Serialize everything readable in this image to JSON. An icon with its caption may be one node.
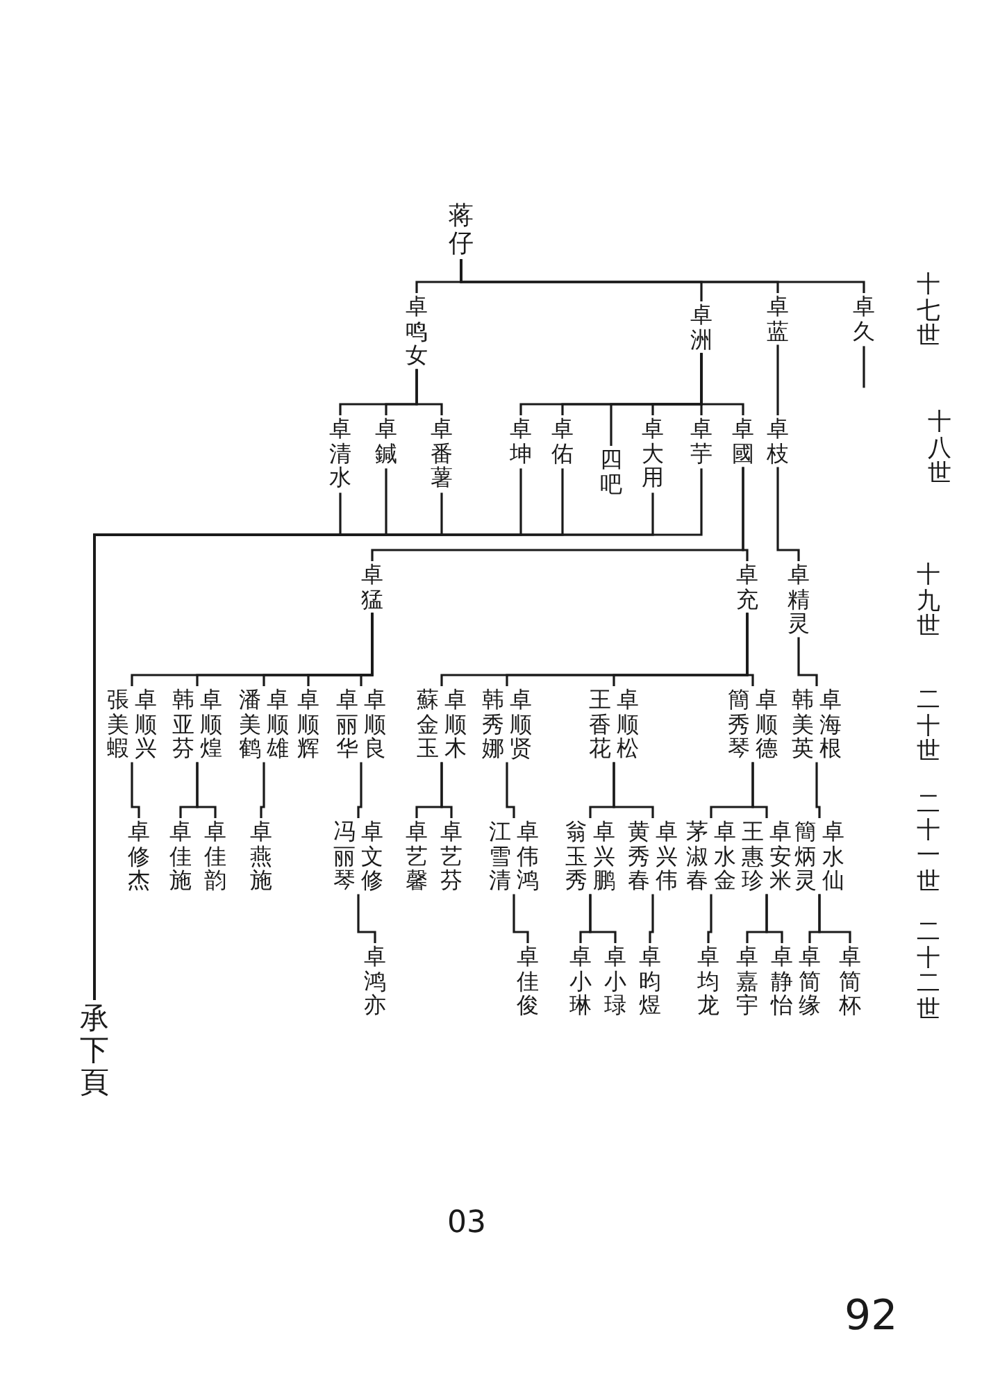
{
  "diagram": {
    "nodes": [
      {
        "text": [
          "蒋仔"
        ]
      },
      {
        "text": [
          "卓鸣女"
        ]
      },
      {
        "text": [
          "卓洲"
        ]
      },
      {
        "text": [
          "卓蓝"
        ]
      },
      {
        "text": [
          "卓久"
        ]
      },
      {
        "text": [
          "卓清水"
        ]
      },
      {
        "text": [
          "卓鍼"
        ]
      },
      {
        "text": [
          "卓番薯"
        ]
      },
      {
        "text": [
          "卓坤"
        ]
      },
      {
        "text": [
          "卓佑"
        ]
      },
      {
        "text": [
          "四吧"
        ]
      },
      {
        "text": [
          "卓大用"
        ]
      },
      {
        "text": [
          "卓芋"
        ]
      },
      {
        "text": [
          "卓國"
        ]
      },
      {
        "text": [
          "卓枝"
        ]
      },
      {
        "text": [
          "卓猛"
        ]
      },
      {
        "text": [
          "卓充"
        ]
      },
      {
        "text": [
          "卓精灵"
        ]
      },
      {
        "text": [
          "張美蝦",
          "卓顺兴"
        ]
      },
      {
        "text": [
          "韩亚芬",
          "卓顺煌"
        ]
      },
      {
        "text": [
          "潘美鹤",
          "卓顺雄"
        ]
      },
      {
        "text": [
          "卓顺辉"
        ]
      },
      {
        "text": [
          "卓丽华",
          "卓顺良"
        ]
      },
      {
        "text": [
          "蘇金玉",
          "卓顺木"
        ]
      },
      {
        "text": [
          "韩秀娜",
          "卓顺贤"
        ]
      },
      {
        "text": [
          "王香花",
          "卓顺松"
        ]
      },
      {
        "text": [
          "簡秀琴",
          "卓顺德"
        ]
      },
      {
        "text": [
          "韩美英",
          "卓海根"
        ]
      },
      {
        "text": [
          "卓修杰"
        ]
      },
      {
        "text": [
          "卓佳施"
        ]
      },
      {
        "text": [
          "卓佳韵"
        ]
      },
      {
        "text": [
          "卓燕施"
        ]
      },
      {
        "text": [
          "冯丽琴",
          "卓文修"
        ]
      },
      {
        "text": [
          "卓艺馨"
        ]
      },
      {
        "text": [
          "卓艺芬"
        ]
      },
      {
        "text": [
          "江雪清",
          "卓伟鸿"
        ]
      },
      {
        "text": [
          "翁玉秀",
          "卓兴鹏"
        ]
      },
      {
        "text": [
          "黄秀春",
          "卓兴伟"
        ]
      },
      {
        "text": [
          "茅淑春",
          "卓水金"
        ]
      },
      {
        "text": [
          "王惠珍",
          "卓安米"
        ]
      },
      {
        "text": [
          "簡炳灵",
          "卓水仙"
        ]
      },
      {
        "text": [
          "卓鸿亦"
        ]
      },
      {
        "text": [
          "卓佳俊"
        ]
      },
      {
        "text": [
          "卓小琳"
        ]
      },
      {
        "text": [
          "卓小琭"
        ]
      },
      {
        "text": [
          "卓昀煜"
        ]
      },
      {
        "text": [
          "卓均龙"
        ]
      },
      {
        "text": [
          "卓嘉宇"
        ]
      },
      {
        "text": [
          "卓静怡"
        ]
      },
      {
        "text": [
          "卓简缘"
        ]
      },
      {
        "text": [
          "卓简杯"
        ]
      },
      {
        "text": [
          "承下頁"
        ]
      }
    ],
    "edges": [
      {
        "from": 0,
        "to": 1,
        "arrow": "none"
      },
      {
        "from": 0,
        "to": 2,
        "arrow": "none"
      },
      {
        "from": 0,
        "to": 3,
        "arrow": "none"
      },
      {
        "from": 0,
        "to": 4,
        "arrow": "none"
      },
      {
        "from": 4,
        "to": null,
        "arrow": "none"
      },
      {
        "from": 1,
        "to": 5,
        "arrow": "none"
      },
      {
        "from": 1,
        "to": 6,
        "arrow": "none"
      },
      {
        "from": 1,
        "to": 7,
        "arrow": "none"
      },
      {
        "from": 2,
        "to": 8,
        "arrow": "none"
      },
      {
        "from": 2,
        "to": 9,
        "arrow": "none"
      },
      {
        "from": 2,
        "to": 10,
        "arrow": "none"
      },
      {
        "from": 2,
        "to": 11,
        "arrow": "none"
      },
      {
        "from": 2,
        "to": 12,
        "arrow": "none"
      },
      {
        "from": 2,
        "to": 13,
        "arrow": "none"
      },
      {
        "from": 3,
        "to": 14,
        "arrow": "none"
      },
      {
        "from": 5,
        "to": 51,
        "arrow": "none"
      },
      {
        "from": 6,
        "to": 51,
        "arrow": "none"
      },
      {
        "from": 7,
        "to": 51,
        "arrow": "none"
      },
      {
        "from": 8,
        "to": 51,
        "arrow": "none"
      },
      {
        "from": 9,
        "to": 51,
        "arrow": "none"
      },
      {
        "from": 11,
        "to": 51,
        "arrow": "none"
      },
      {
        "from": 12,
        "to": 51,
        "arrow": "none"
      },
      {
        "from": 13,
        "to": 15,
        "arrow": "none"
      },
      {
        "from": 13,
        "to": 16,
        "arrow": "none"
      },
      {
        "from": 14,
        "to": 17,
        "arrow": "none"
      },
      {
        "from": 15,
        "to": 18,
        "arrow": "none"
      },
      {
        "from": 15,
        "to": 19,
        "arrow": "none"
      },
      {
        "from": 15,
        "to": 20,
        "arrow": "none"
      },
      {
        "from": 15,
        "to": 21,
        "arrow": "none"
      },
      {
        "from": 15,
        "to": 22,
        "arrow": "none"
      },
      {
        "from": 16,
        "to": 23,
        "arrow": "none"
      },
      {
        "from": 16,
        "to": 24,
        "arrow": "none"
      },
      {
        "from": 16,
        "to": 25,
        "arrow": "none"
      },
      {
        "from": 16,
        "to": 26,
        "arrow": "none"
      },
      {
        "from": 17,
        "to": 27,
        "arrow": "none"
      },
      {
        "from": 18,
        "to": 28,
        "arrow": "none"
      },
      {
        "from": 19,
        "to": 29,
        "arrow": "none"
      },
      {
        "from": 19,
        "to": 30,
        "arrow": "none"
      },
      {
        "from": 20,
        "to": 31,
        "arrow": "none"
      },
      {
        "from": 22,
        "to": 32,
        "arrow": "none"
      },
      {
        "from": 23,
        "to": 33,
        "arrow": "none"
      },
      {
        "from": 23,
        "to": 34,
        "arrow": "none"
      },
      {
        "from": 24,
        "to": 35,
        "arrow": "none"
      },
      {
        "from": 25,
        "to": 36,
        "arrow": "none"
      },
      {
        "from": 25,
        "to": 37,
        "arrow": "none"
      },
      {
        "from": 26,
        "to": 38,
        "arrow": "none"
      },
      {
        "from": 26,
        "to": 39,
        "arrow": "none"
      },
      {
        "from": 27,
        "to": 40,
        "arrow": "none"
      },
      {
        "from": 32,
        "to": 41,
        "arrow": "none"
      },
      {
        "from": 35,
        "to": 42,
        "arrow": "none"
      },
      {
        "from": 36,
        "to": 43,
        "arrow": "none"
      },
      {
        "from": 36,
        "to": 44,
        "arrow": "none"
      },
      {
        "from": 37,
        "to": 45,
        "arrow": "none"
      },
      {
        "from": 38,
        "to": 46,
        "arrow": "none"
      },
      {
        "from": 39,
        "to": 47,
        "arrow": "none"
      },
      {
        "from": 39,
        "to": 48,
        "arrow": "none"
      },
      {
        "from": 40,
        "to": 49,
        "arrow": "none"
      },
      {
        "from": 40,
        "to": 50,
        "arrow": "none"
      }
    ],
    "labels": [
      "十七世",
      "十八世",
      "十九世",
      "二十世",
      "二十一世",
      "二十二世",
      "03",
      "92"
    ]
  }
}
